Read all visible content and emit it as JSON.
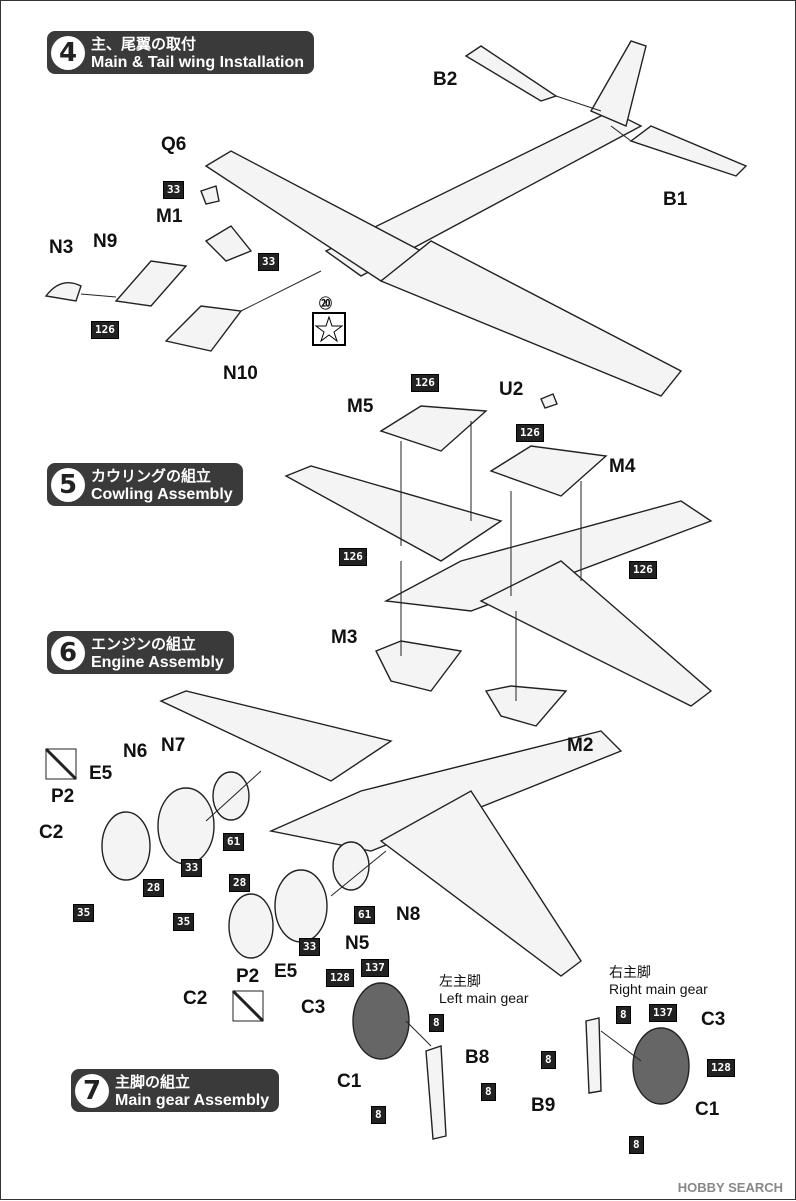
{
  "steps": [
    {
      "num": "4",
      "jp": "主、尾翼の取付",
      "en": "Main & Tail wing Installation"
    },
    {
      "num": "5",
      "jp": "カウリングの組立",
      "en": "Cowling Assembly"
    },
    {
      "num": "6",
      "jp": "エンジンの組立",
      "en": "Engine Assembly"
    },
    {
      "num": "7",
      "jp": "主脚の組立",
      "en": "Main gear Assembly"
    }
  ],
  "parts": [
    "B2",
    "Q6",
    "B1",
    "M1",
    "N9",
    "N3",
    "N10",
    "U2",
    "M5",
    "M4",
    "M3",
    "M2",
    "N7",
    "N6",
    "E5",
    "P2",
    "C2",
    "N8",
    "N5",
    "E5",
    "C2",
    "P2",
    "C3",
    "B8",
    "C1",
    "C3",
    "B9",
    "C1"
  ],
  "paint_codes": [
    "33",
    "33",
    "126",
    "126",
    "126",
    "126",
    "126",
    "61",
    "33",
    "28",
    "35",
    "28",
    "35",
    "33",
    "61",
    "128",
    "137",
    "8",
    "8",
    "8",
    "8",
    "137",
    "128",
    "8",
    "8"
  ],
  "decal": "⑳",
  "captions": {
    "left_gear_jp": "左主脚",
    "left_gear_en": "Left main gear",
    "right_gear_jp": "右主脚",
    "right_gear_en": "Right main gear"
  },
  "watermark": "HOBBY SEARCH",
  "icons": [
    "star-icon",
    "no-glue-icon"
  ]
}
